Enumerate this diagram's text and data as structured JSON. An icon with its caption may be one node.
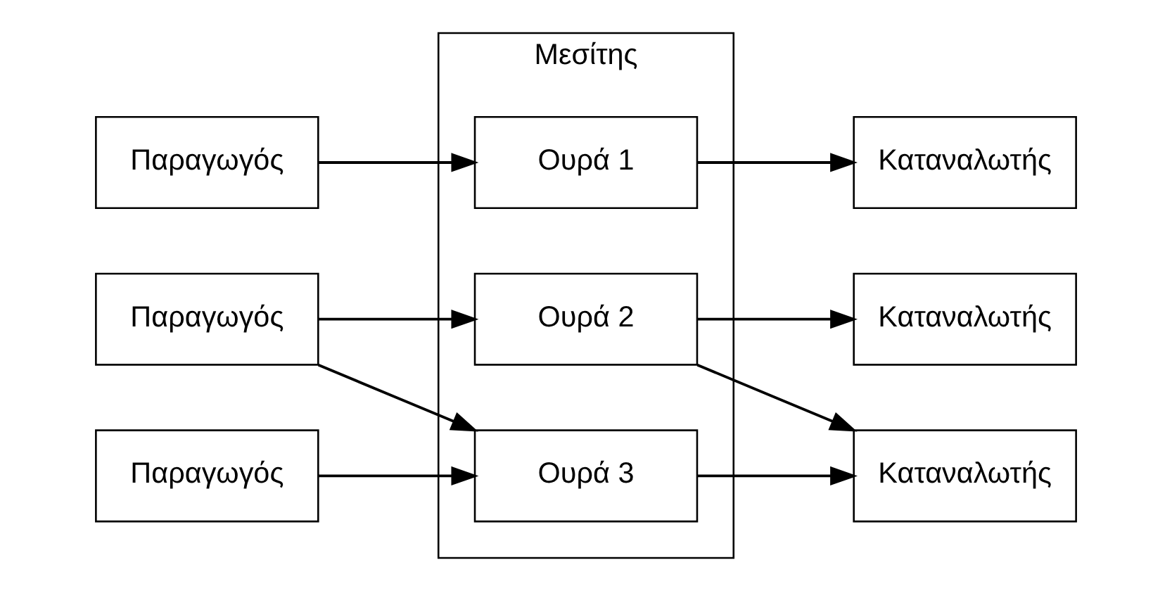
{
  "diagram": {
    "nodes": [
      {
        "text": [
          "Μεσίτης"
        ]
      },
      {
        "text": [
          "Παραγωγός"
        ]
      },
      {
        "text": [
          "Παραγωγός"
        ]
      },
      {
        "text": [
          "Παραγωγός"
        ]
      },
      {
        "text": [
          "Ουρά 1"
        ],
        "in": 0
      },
      {
        "text": [
          "Ουρά 2"
        ],
        "in": 0
      },
      {
        "text": [
          "Ουρά 3"
        ],
        "in": 0
      },
      {
        "text": [
          "Καταναλωτής"
        ]
      },
      {
        "text": [
          "Καταναλωτής"
        ]
      },
      {
        "text": [
          "Καταναλωτής"
        ]
      }
    ],
    "edges": [
      {
        "from": 1,
        "to": 4,
        "arrow": "to"
      },
      {
        "from": 2,
        "to": 5,
        "arrow": "to"
      },
      {
        "from": 2,
        "to": 6,
        "arrow": "to"
      },
      {
        "from": 3,
        "to": 6,
        "arrow": "to"
      },
      {
        "from": 4,
        "to": 8,
        "arrow": "to"
      },
      {
        "from": 5,
        "to": 7,
        "arrow": "to"
      },
      {
        "from": 5,
        "to": 9,
        "arrow": "to"
      },
      {
        "from": 6,
        "to": 9,
        "arrow": "to"
      }
    ]
  }
}
